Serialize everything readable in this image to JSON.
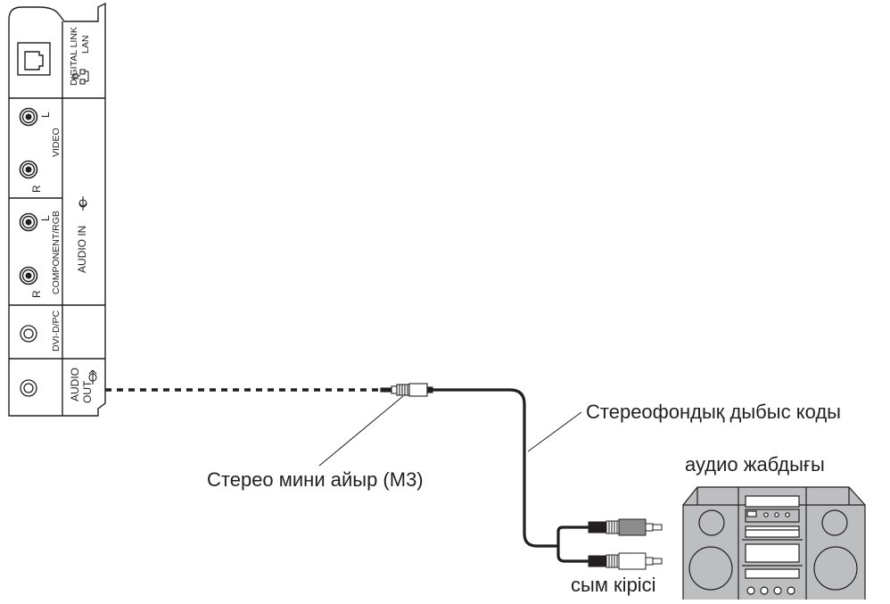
{
  "panel": {
    "digital_link": "DIGITAL LINK",
    "lan": "LAN",
    "video": "VIDEO",
    "component_rgb": "COMPONENT/RGB",
    "audio_in": "AUDIO IN",
    "dvi_pc": "DVI-D/PC",
    "audio": "AUDIO",
    "out": "OUT",
    "left": "L",
    "right": "R"
  },
  "callouts": {
    "stereo_cable": "Стереофондық дыбыс коды",
    "audio_equipment": "аудио жабдығы",
    "mini_plug": "Стерео мини айыр (M3)",
    "line_in": "сым кірісі"
  }
}
